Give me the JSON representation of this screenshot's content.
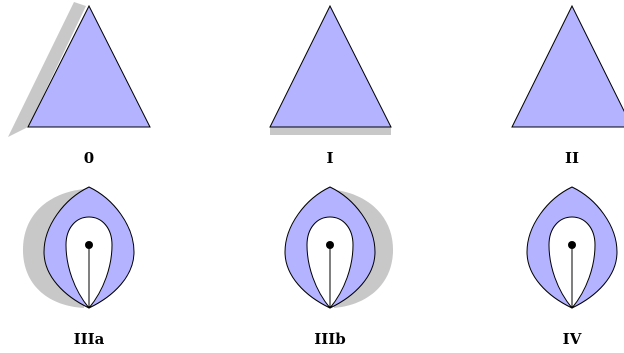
{
  "colors": {
    "fill": "#b3b3ff",
    "shadow": "#c8c8c8",
    "stroke": "#000000",
    "background": "#ffffff"
  },
  "panels": [
    {
      "id": "0",
      "label": "0",
      "shape": "triangle",
      "shadow": "left"
    },
    {
      "id": "I",
      "label": "I",
      "shape": "triangle",
      "shadow": "bottom"
    },
    {
      "id": "II",
      "label": "II",
      "shape": "triangle",
      "shadow": "none"
    },
    {
      "id": "IIIa",
      "label": "IIIa",
      "shape": "lens-with-hole",
      "shadow": "left"
    },
    {
      "id": "IIIb",
      "label": "IIIb",
      "shape": "lens-with-hole",
      "shadow": "right"
    },
    {
      "id": "IV",
      "label": "IV",
      "shape": "lens-with-hole",
      "shadow": "none"
    }
  ]
}
